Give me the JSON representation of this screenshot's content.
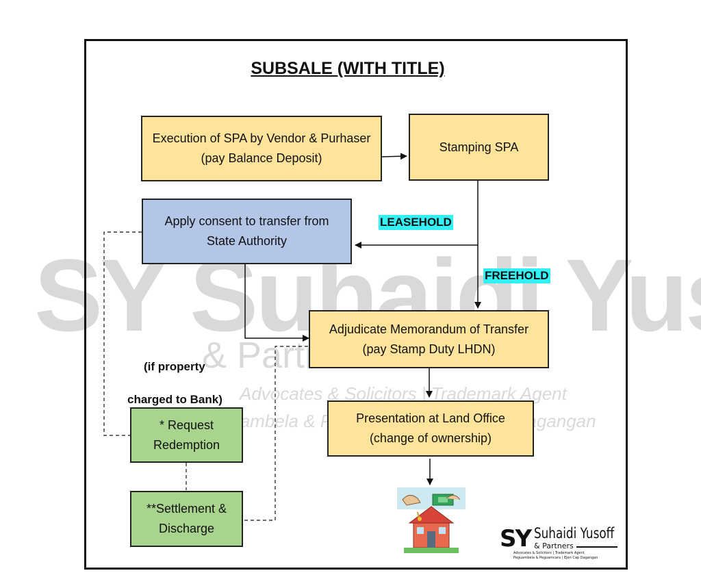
{
  "title": "SUBSALE (WITH TITLE)",
  "boxes": {
    "execution": "Execution of SPA by Vendor & Purhaser (pay Balance Deposit)",
    "stamping": "Stamping SPA",
    "consent": "Apply consent to transfer from State Authority",
    "adjudicate": "Adjudicate Memorandum of Transfer (pay Stamp Duty LHDN)",
    "presentation": "Presentation at Land Office (change of ownership)",
    "redemption": "* Request Redemption",
    "settlement": "**Settlement & Discharge"
  },
  "labels": {
    "leasehold": "LEASEHOLD",
    "freehold": "FREEHOLD",
    "if_property": "(if property",
    "charged": "charged to Bank)"
  },
  "watermark": {
    "big": "SY Suhaidi Yusoff",
    "partners": "& Partners",
    "sub1": "Advocates & Solicitors | Trademark Agent",
    "sub2": "Peguambela & Peguamcara | Ejen Cap Dagangan"
  },
  "logo": {
    "mark": "SY",
    "name": "Suhaidi Yusoff",
    "partners": "& Partners",
    "line1": "Advocates & Solicitors | Trademark Agent",
    "line2": "Peguambela & Peguamcara | Ejen Cap Dagangan"
  },
  "colors": {
    "yellow": "#fde49a",
    "blue": "#b4c6e7",
    "green": "#a8d48e",
    "cyan_highlight": "#33f0f5"
  }
}
